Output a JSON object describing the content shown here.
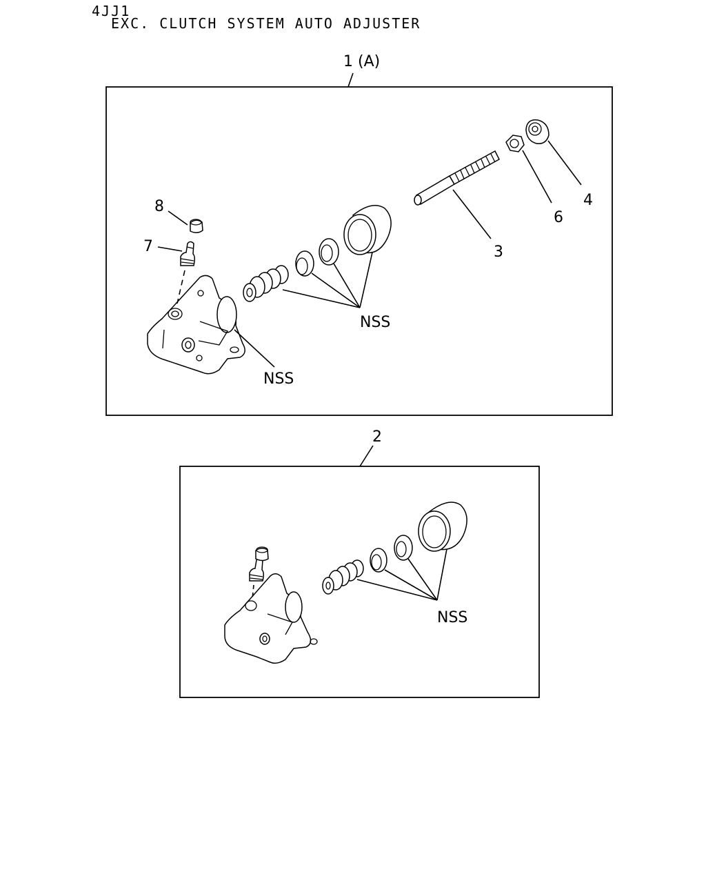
{
  "header": {
    "code": "4JJ1",
    "title": "EXC. CLUTCH SYSTEM AUTO ADJUSTER"
  },
  "panel_top": {
    "label": "1 (A)",
    "callouts": {
      "c8": "8",
      "c7": "7",
      "c3": "3",
      "c6": "6",
      "c4": "4",
      "nss_kit": "NSS",
      "nss_body": "NSS"
    }
  },
  "panel_bottom": {
    "label": "2",
    "callouts": {
      "nss_kit": "NSS"
    }
  }
}
